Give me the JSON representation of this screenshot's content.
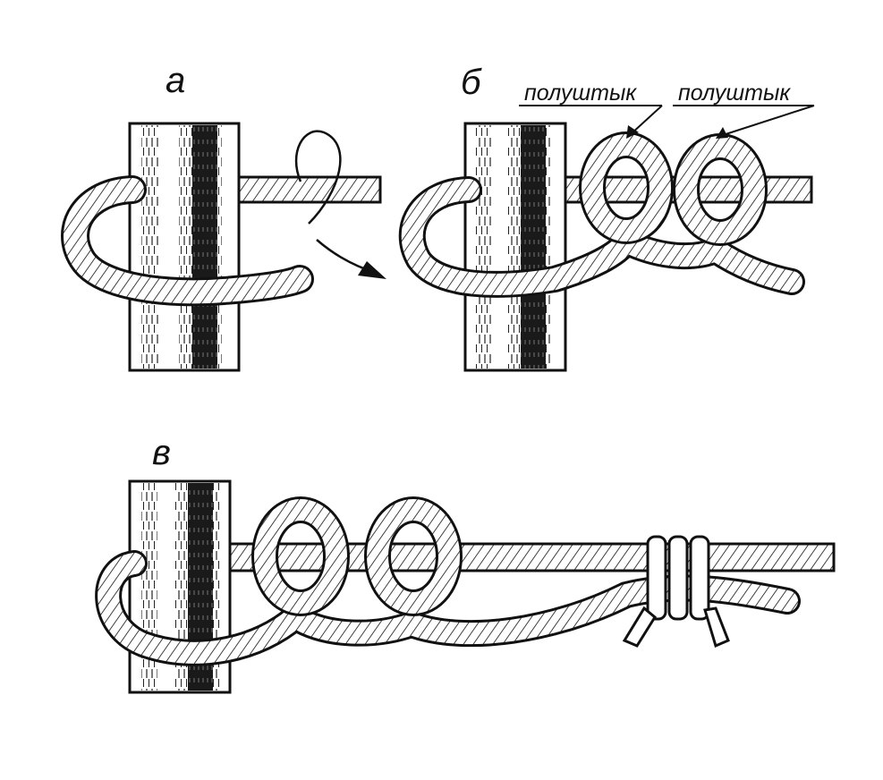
{
  "panels": [
    {
      "letter": "а"
    },
    {
      "letter": "б",
      "callouts": [
        "полуштык",
        "полуштык"
      ]
    },
    {
      "letter": "в"
    }
  ],
  "colors": {
    "ink": "#111111",
    "paper": "#ffffff",
    "pole_dark": "#1a1a1a"
  }
}
